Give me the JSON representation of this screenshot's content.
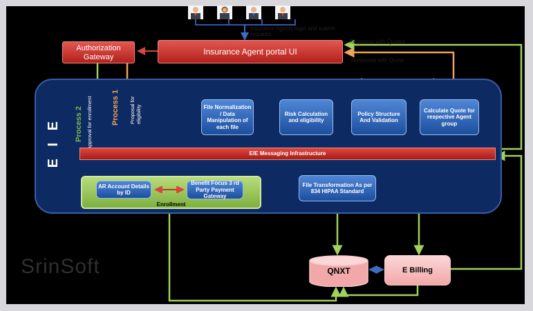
{
  "portal": {
    "title": "Insurance Agent portal UI",
    "note_top": "Insurance Agents login and submit requests",
    "note_right_top": "Response with Quotes",
    "note_right_mid": "Response with Quote"
  },
  "gateway": {
    "title": "Authorization Gateway"
  },
  "eie": {
    "label": "E I E",
    "process2": "Process 2",
    "process2_sub": "Approval for enrollment",
    "process1": "Process 1",
    "process1_sub": "Proposal for eligibility",
    "messaging": "EIE Messaging Infrastructure",
    "steps": [
      "File Normalization / Data Manipulation of each file",
      "Risk Calculation and eligibility",
      "Policy Structure And Validation",
      "Calculate Quote for respective Agent group"
    ],
    "file_transformation": "File Transformation As per 834 HIPAA Standard"
  },
  "enrollment": {
    "label": "Enrollment",
    "ar_account": "AR Account Details by ID",
    "benefit_focus": "Benefit Focus 3 rd Party Payment Gateway"
  },
  "qnxt": "QNXT",
  "ebilling": "E Billing",
  "watermark": "SrinSoft",
  "colors": {
    "red": "#c62f28",
    "blue": "#2b63b8",
    "panel": "#0e2a63",
    "green": "#8fbf52",
    "orange": "#f0a35a",
    "pink": "#f4b6b6"
  }
}
